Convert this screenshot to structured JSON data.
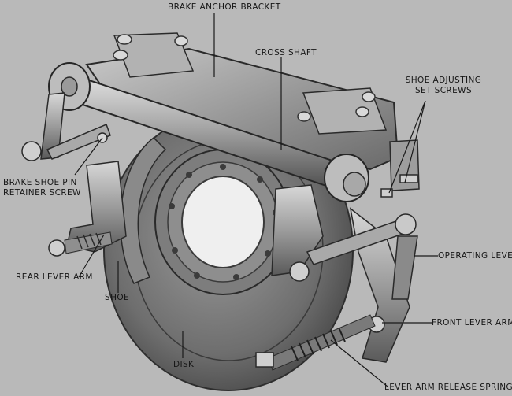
{
  "figure": {
    "labels": {
      "brake_anchor_bracket": "BRAKE ANCHOR BRACKET",
      "cross_shaft": "CROSS SHAFT",
      "shoe_adjusting_line1": "SHOE ADJUSTING",
      "shoe_adjusting_line2": "SET SCREWS",
      "brake_shoe_pin_line1": "BRAKE SHOE PIN",
      "brake_shoe_pin_line2": "RETAINER SCREW",
      "operating_lever": "OPERATING LEVER",
      "rear_lever_arm": "REAR LEVER ARM",
      "shoe": "SHOE",
      "front_lever_arm": "FRONT LEVER ARM",
      "disk": "DISK",
      "lever_arm_release_spring": "LEVER ARM RELEASE SPRING"
    }
  }
}
